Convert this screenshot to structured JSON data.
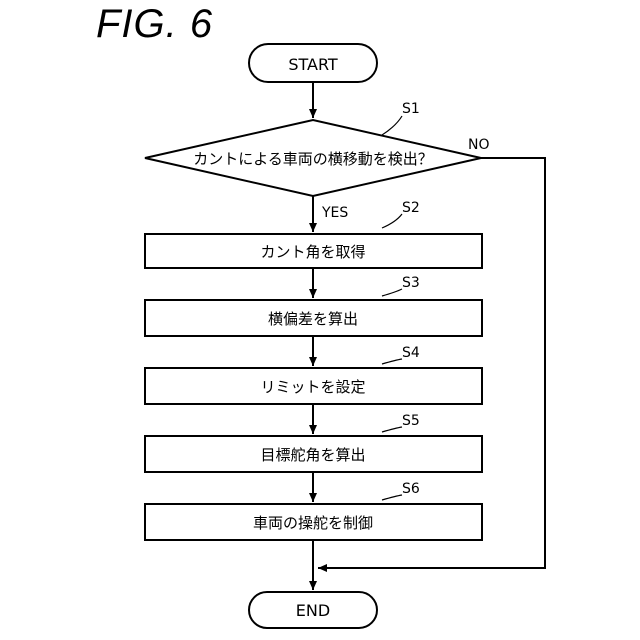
{
  "figure": {
    "title": "FIG. 6"
  },
  "flowchart": {
    "start": "START",
    "end": "END",
    "decision": {
      "step": "S1",
      "text": "カントによる車両の横移動を検出？",
      "yes": "YES",
      "no": "NO"
    },
    "steps": [
      {
        "step": "S2",
        "text": "カント角を取得"
      },
      {
        "step": "S3",
        "text": "横偏差を算出"
      },
      {
        "step": "S4",
        "text": "リミットを設定"
      },
      {
        "step": "S5",
        "text": "目標舵角を算出"
      },
      {
        "step": "S6",
        "text": "車両の操舵を制御"
      }
    ]
  }
}
